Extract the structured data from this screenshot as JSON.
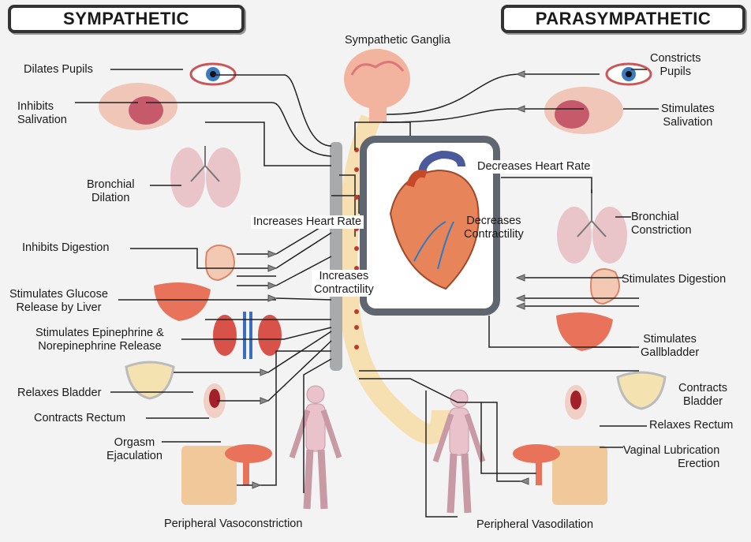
{
  "headers": {
    "sympathetic": "SYMPATHETIC",
    "parasympathetic": "PARASYMPATHETIC"
  },
  "center": {
    "ganglia": "Sympathetic Ganglia"
  },
  "sympathetic": {
    "pupils": "Dilates Pupils",
    "salivation": [
      "Inhibits",
      "Salivation"
    ],
    "bronchial": [
      "Bronchial",
      "Dilation"
    ],
    "heart_rate": "Increases Heart Rate",
    "digestion": "Inhibits Digestion",
    "glucose": [
      "Stimulates Glucose",
      "Release by Liver"
    ],
    "contractility": [
      "Increases",
      "Contractility"
    ],
    "epinephrine": [
      "Stimulates Epinephrine &",
      "Norepinephrine Release"
    ],
    "bladder": "Relaxes Bladder",
    "rectum": "Contracts Rectum",
    "orgasm": [
      "Orgasm",
      "Ejaculation"
    ],
    "vaso": "Peripheral Vasoconstriction"
  },
  "parasympathetic": {
    "pupils": [
      "Constricts",
      "Pupils"
    ],
    "salivation": [
      "Stimulates",
      "Salivation"
    ],
    "heart_rate": "Decreases Heart Rate",
    "contractility": [
      "Decreases",
      "Contractility"
    ],
    "bronchial": [
      "Bronchial",
      "Constriction"
    ],
    "digestion": "Stimulates Digestion",
    "gallbladder": [
      "Stimulates",
      "Gallbladder"
    ],
    "bladder": [
      "Contracts",
      "Bladder"
    ],
    "rectum": "Relaxes Rectum",
    "lubrication": [
      "Vaginal Lubrication",
      "Erection"
    ],
    "vaso": "Peripheral Vasodilation"
  },
  "colors": {
    "organ": "#e8735a",
    "lung": "#e9c4c8",
    "spine": "#a9aaac",
    "nerve": "#222222",
    "ganglion": "#c0392b"
  }
}
